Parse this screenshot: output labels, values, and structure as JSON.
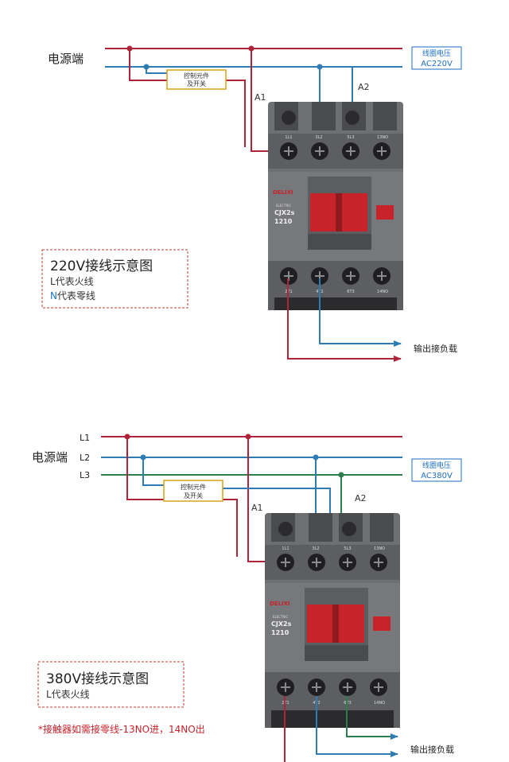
{
  "colors": {
    "live": "#b0243a",
    "neutral": "#2f7bb4",
    "phase3": "#2e7d4f",
    "body": "#6e6f73",
    "body_dark": "#4a4b4f",
    "accent": "#c8222a",
    "label_blue": "#1e6fc0"
  },
  "top": {
    "power_label": "电源端",
    "coil_label": "线圈电压",
    "coil_voltage": "AC220V",
    "control_box_line1": "控制元件",
    "control_box_line2": "及开关",
    "a1": "A1",
    "a2": "A2",
    "output_label": "输出接负载",
    "legend_title": "220V接线示意图",
    "legend_line1": "L代表火线",
    "legend_line2_prefix": "N",
    "legend_line2_rest": "代表零线",
    "contactor": {
      "brand": "DELIXI",
      "sub": "ELECTRIC",
      "model": "CJX2s",
      "code": "1210",
      "top_terminals": [
        "1L1",
        "3L2",
        "5L3",
        "13NO"
      ],
      "bottom_terminals": [
        "2T1",
        "4T2",
        "6T3",
        "14NO"
      ]
    }
  },
  "bottom": {
    "power_label": "电源端",
    "l1": "L1",
    "l2": "L2",
    "l3": "L3",
    "coil_label": "线圈电压",
    "coil_voltage": "AC380V",
    "control_box_line1": "控制元件",
    "control_box_line2": "及开关",
    "a1": "A1",
    "a2": "A2",
    "output_label": "输出接负载",
    "legend_title": "380V接线示意图",
    "legend_line1": "L代表火线",
    "note": "*接触器如需接零线-13NO进，14NO出",
    "contactor": {
      "brand": "DELIXI",
      "sub": "ELECTRIC",
      "model": "CJX2s",
      "code": "1210",
      "top_terminals": [
        "1L1",
        "3L2",
        "5L3",
        "13NO"
      ],
      "bottom_terminals": [
        "2T1",
        "4T2",
        "6T3",
        "14NO"
      ]
    }
  }
}
